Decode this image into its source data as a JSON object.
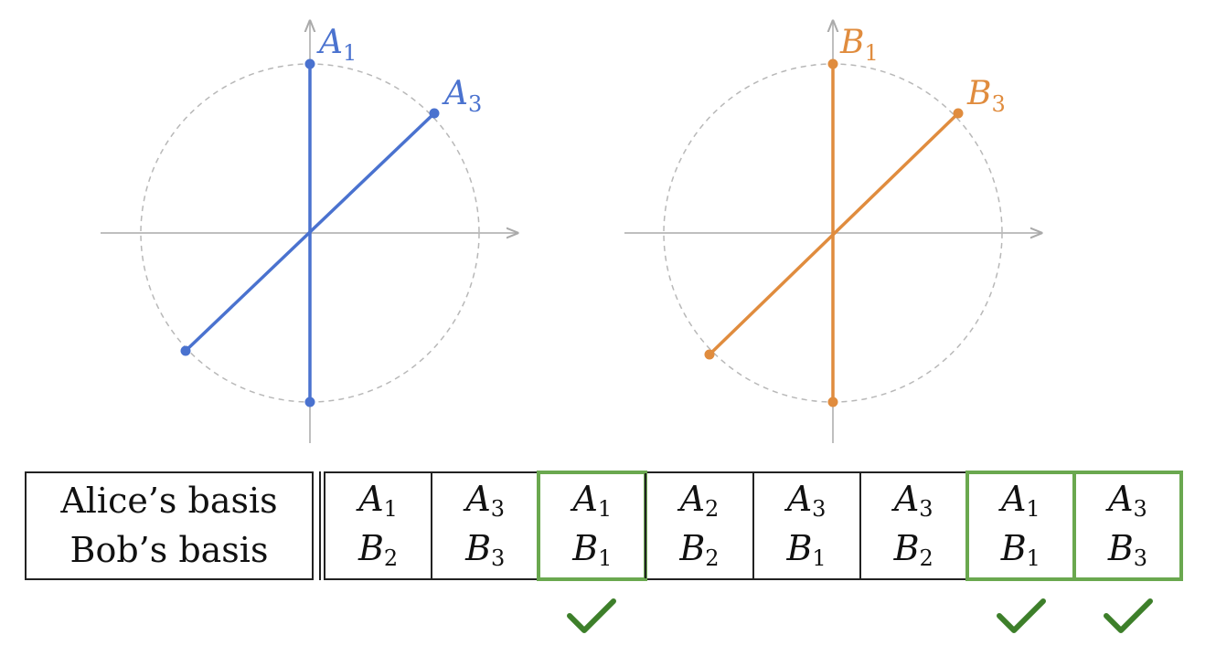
{
  "diagrams": [
    {
      "color": "#4a72cf",
      "labels": [
        {
          "letter": "A",
          "sub": "1"
        },
        {
          "letter": "A",
          "sub": "3"
        }
      ]
    },
    {
      "color": "#e08c3e",
      "labels": [
        {
          "letter": "B",
          "sub": "1"
        },
        {
          "letter": "B",
          "sub": "3"
        }
      ]
    }
  ],
  "table": {
    "row_headers": [
      "Alice’s basis",
      "Bob’s basis"
    ],
    "columns": [
      {
        "alice": {
          "letter": "A",
          "sub": "1"
        },
        "bob": {
          "letter": "B",
          "sub": "2"
        },
        "match": false
      },
      {
        "alice": {
          "letter": "A",
          "sub": "3"
        },
        "bob": {
          "letter": "B",
          "sub": "3"
        },
        "match": false
      },
      {
        "alice": {
          "letter": "A",
          "sub": "1"
        },
        "bob": {
          "letter": "B",
          "sub": "1"
        },
        "match": true
      },
      {
        "alice": {
          "letter": "A",
          "sub": "2"
        },
        "bob": {
          "letter": "B",
          "sub": "2"
        },
        "match": false
      },
      {
        "alice": {
          "letter": "A",
          "sub": "3"
        },
        "bob": {
          "letter": "B",
          "sub": "1"
        },
        "match": false
      },
      {
        "alice": {
          "letter": "A",
          "sub": "3"
        },
        "bob": {
          "letter": "B",
          "sub": "2"
        },
        "match": false
      },
      {
        "alice": {
          "letter": "A",
          "sub": "1"
        },
        "bob": {
          "letter": "B",
          "sub": "1"
        },
        "match": true
      },
      {
        "alice": {
          "letter": "A",
          "sub": "3"
        },
        "bob": {
          "letter": "B",
          "sub": "3"
        },
        "match": true
      }
    ],
    "highlight_color": "#6aa84f",
    "check_color": "#3d7f2a",
    "check_icon": "check-mark-icon"
  }
}
